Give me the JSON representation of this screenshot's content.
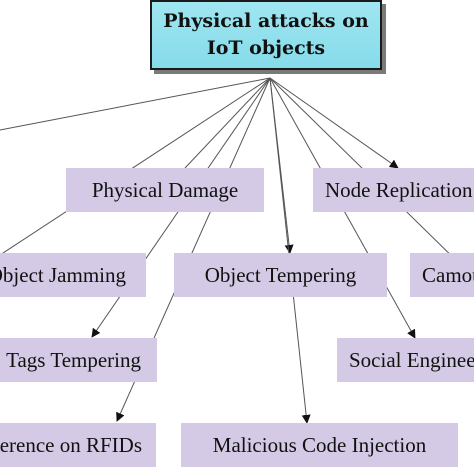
{
  "diagram": {
    "root": {
      "label": "Physical attacks on\nIoT objects"
    },
    "nodes": [
      {
        "id": "physical-damage",
        "label": "Physical Damage"
      },
      {
        "id": "node-replication",
        "label": "Node Replication"
      },
      {
        "id": "object-jamming",
        "label": "Object Jamming"
      },
      {
        "id": "object-tempering",
        "label": "Object Tempering"
      },
      {
        "id": "camouflage",
        "label": "Camouflage"
      },
      {
        "id": "tags-tempering",
        "label": "Tags Tempering"
      },
      {
        "id": "social-engineering",
        "label": "Social Engineering"
      },
      {
        "id": "interference-on-rfids",
        "label": "Interference on RFIDs"
      },
      {
        "id": "malicious-code-injection",
        "label": "Malicious Code Injection"
      }
    ]
  }
}
